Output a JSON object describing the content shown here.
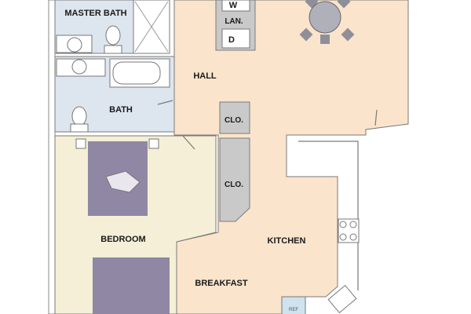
{
  "rooms": {
    "master_bath": "MASTER BATH",
    "bath": "BATH",
    "hall": "HALL",
    "washer": "W",
    "laundry": "LAN.",
    "dryer": "D",
    "closet_1": "CLO.",
    "closet_2": "CLO.",
    "bedroom": "BEDROOM",
    "kitchen": "KITCHEN",
    "breakfast": "BREAKFAST",
    "refrigerator": "REF"
  },
  "colors": {
    "bath": "#dde5ee",
    "hall": "#fbe4cc",
    "bedroom": "#f4efd6",
    "closet": "#c9c9c9",
    "bed": "#8f87a3",
    "refrigerator": "#cfe3ef"
  }
}
